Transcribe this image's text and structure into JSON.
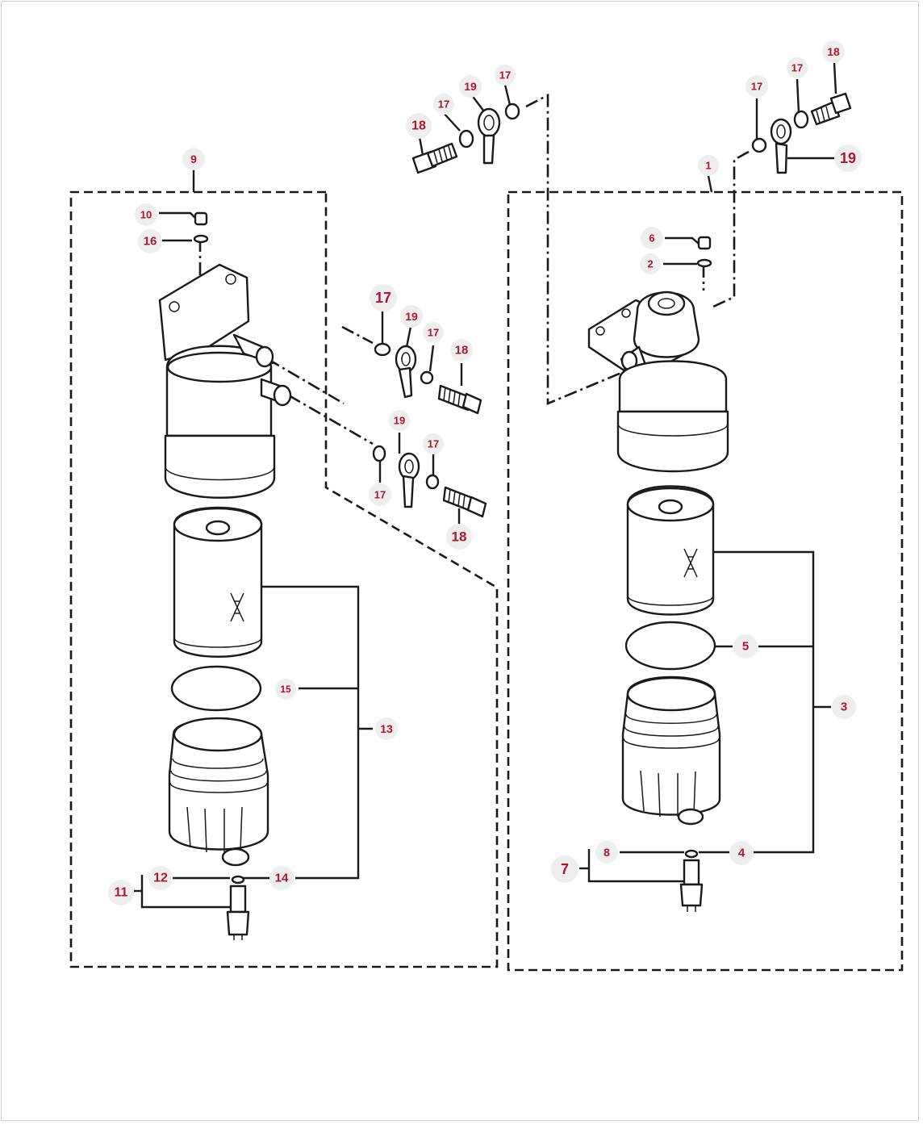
{
  "callouts": [
    {
      "id": "1",
      "label": "1"
    },
    {
      "id": "2",
      "label": "2"
    },
    {
      "id": "3",
      "label": "3"
    },
    {
      "id": "4",
      "label": "4"
    },
    {
      "id": "5",
      "label": "5"
    },
    {
      "id": "6",
      "label": "6"
    },
    {
      "id": "7",
      "label": "7"
    },
    {
      "id": "8",
      "label": "8"
    },
    {
      "id": "9",
      "label": "9"
    },
    {
      "id": "10",
      "label": "10"
    },
    {
      "id": "11",
      "label": "11"
    },
    {
      "id": "12",
      "label": "12"
    },
    {
      "id": "13",
      "label": "13"
    },
    {
      "id": "14",
      "label": "14"
    },
    {
      "id": "15",
      "label": "15"
    },
    {
      "id": "16",
      "label": "16"
    },
    {
      "id": "17",
      "label": "17"
    },
    {
      "id": "18",
      "label": "18"
    },
    {
      "id": "19",
      "label": "19"
    }
  ],
  "colors": {
    "callout_text": "#b0152b",
    "callout_bg": "#eeeeee",
    "line": "#1a1a1a"
  }
}
